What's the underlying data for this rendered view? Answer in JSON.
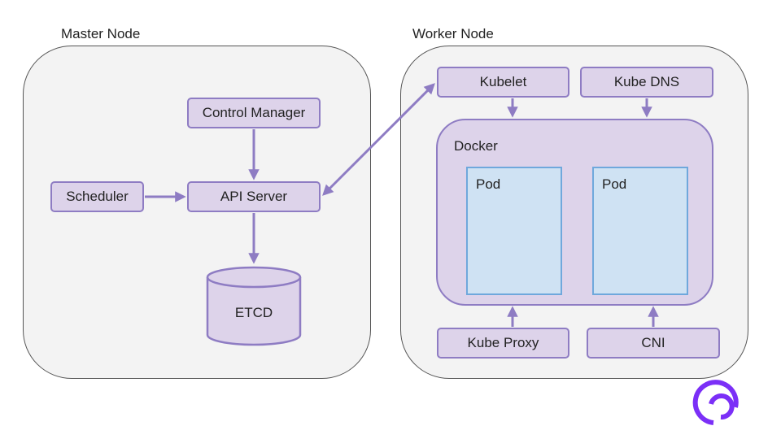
{
  "master": {
    "title": "Master Node",
    "control_manager": "Control Manager",
    "scheduler": "Scheduler",
    "api_server": "API Server",
    "etcd": "ETCD"
  },
  "worker": {
    "title": "Worker Node",
    "kubelet": "Kubelet",
    "kube_dns": "Kube DNS",
    "docker": "Docker",
    "pod_left": "Pod",
    "pod_right": "Pod",
    "kube_proxy": "Kube Proxy",
    "cni": "CNI"
  },
  "colors": {
    "node_fill": "#ddd3ea",
    "node_stroke": "#8e7cc3",
    "pod_fill": "#cfe2f3",
    "pod_stroke": "#6fa8dc",
    "logo": "#7b2ff7"
  },
  "logo_icon": "brand-logo-icon"
}
